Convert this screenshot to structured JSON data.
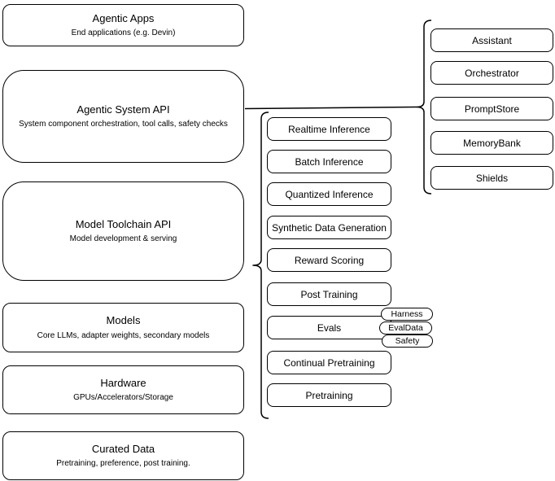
{
  "left_column": [
    {
      "title": "Agentic Apps",
      "subtitle": "End applications (e.g. Devin)"
    },
    {
      "title": "Agentic System API",
      "subtitle": "System component orchestration, tool calls, safety checks"
    },
    {
      "title": "Model Toolchain API",
      "subtitle": "Model development & serving"
    },
    {
      "title": "Models",
      "subtitle": "Core LLMs, adapter weights, secondary models"
    },
    {
      "title": "Hardware",
      "subtitle": "GPUs/Accelerators/Storage"
    },
    {
      "title": "Curated Data",
      "subtitle": "Pretraining, preference, post training."
    }
  ],
  "toolchain_pipeline": [
    "Realtime Inference",
    "Batch Inference",
    "Quantized Inference",
    "Synthetic Data Generation",
    "Reward Scoring",
    "Post Training",
    "Evals",
    "Continual Pretraining",
    "Pretraining"
  ],
  "eval_tags": [
    "Harness",
    "EvalData",
    "Safety"
  ],
  "system_components": [
    "Assistant",
    "Orchestrator",
    "PromptStore",
    "MemoryBank",
    "Shields"
  ],
  "colors": {
    "stroke": "#000000",
    "fill": "#ffffff",
    "background": "#ffffff"
  }
}
